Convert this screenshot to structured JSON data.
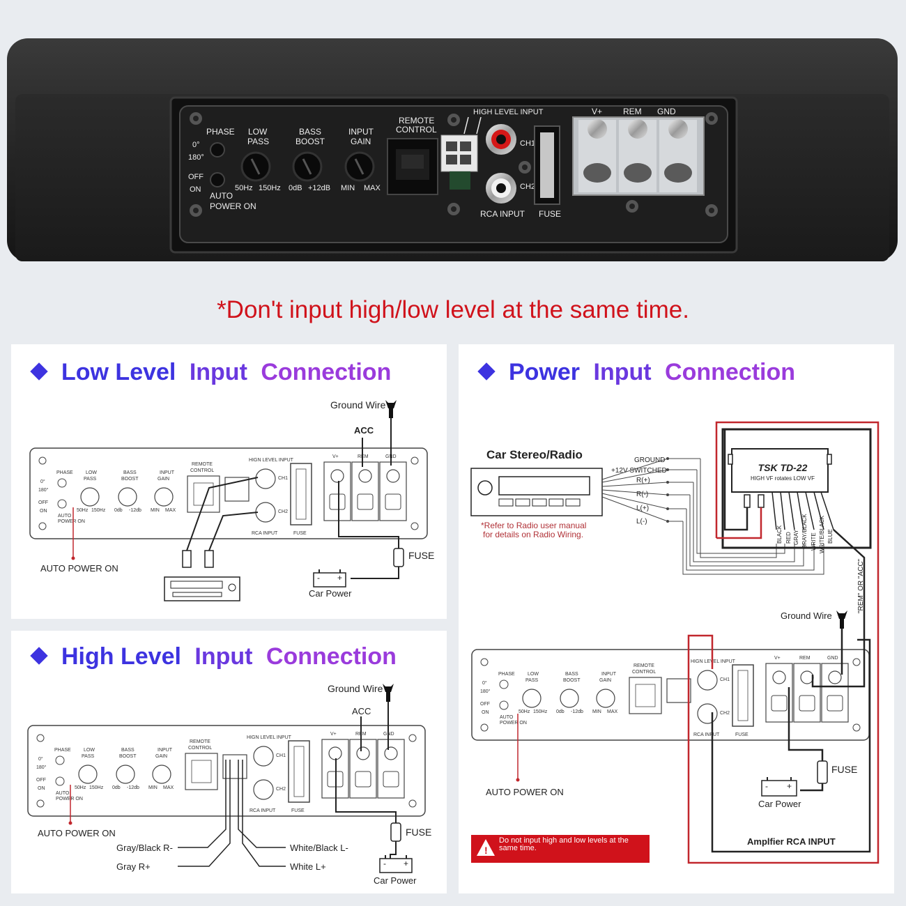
{
  "colors": {
    "page_bg": "#e9ecf0",
    "panel_bg": "#ffffff",
    "warning_red": "#d0121b",
    "title_blue": "#3d33e0",
    "title_purple": "#9a3bdc",
    "wire_red": "#c1272d",
    "device_dark": "#1d1d1d"
  },
  "device": {
    "phase": "PHASE",
    "deg0": "0°",
    "deg180": "180°",
    "off": "OFF",
    "on": "ON",
    "auto1": "AUTO",
    "auto2": "POWER ON",
    "low_pass1": "LOW",
    "low_pass2": "PASS",
    "lp_min": "50Hz",
    "lp_max": "150Hz",
    "bass1": "BASS",
    "bass2": "BOOST",
    "bass_min": "0dB",
    "bass_max": "+12dB",
    "gain1": "INPUT",
    "gain2": "GAIN",
    "gain_min": "MIN",
    "gain_max": "MAX",
    "remote1": "REMOTE",
    "remote2": "CONTROL",
    "high_level": "HIGH LEVEL INPUT",
    "ch1": "CH1",
    "ch2": "CH2",
    "rca_input": "RCA INPUT",
    "fuse": "FUSE",
    "vplus": "V+",
    "rem": "REM",
    "gnd": "GND"
  },
  "warning_headline": "*Don't input high/low level at the same time.",
  "low_panel": {
    "title_a": "Low Level",
    "title_b": "Input",
    "title_c": "Connection",
    "ground_wire": "Ground Wire",
    "acc": "ACC",
    "auto_power_on": "AUTO POWER ON",
    "fuse": "FUSE",
    "car_power": "Car Power",
    "amp": {
      "phase": "PHASE",
      "deg0": "0°",
      "deg180": "180°",
      "off": "OFF",
      "on": "ON",
      "auto1": "AUTO",
      "auto2": "POWER ON",
      "lp1": "LOW",
      "lp2": "PASS",
      "lp_min": "50Hz",
      "lp_max": "150Hz",
      "bb1": "BASS",
      "bb2": "BOOST",
      "bb_min": "0db",
      "bb_max": "-12db",
      "ig1": "INPUT",
      "ig2": "GAIN",
      "ig_min": "MIN",
      "ig_max": "MAX",
      "rc1": "REMOTE",
      "rc2": "CONTROL",
      "hl": "HIGN LEVEL INPUT",
      "ch1": "CH1",
      "ch2": "CH2",
      "rca": "RCA INPUT",
      "fuse": "FUSE",
      "v": "V+",
      "rem": "REM",
      "gnd": "GND"
    }
  },
  "high_panel": {
    "title_a": "High Level",
    "title_b": "Input",
    "title_c": "Connection",
    "ground_wire": "Ground Wire",
    "acc": "ACC",
    "auto_power_on": "AUTO POWER ON",
    "fuse": "FUSE",
    "car_power": "Car Power",
    "gray_black": "Gray/Black R-",
    "gray": "Gray R+",
    "white_black": "White/Black L-",
    "white": "White L+",
    "amp": {
      "phase": "PHASE",
      "deg0": "0°",
      "deg180": "180°",
      "off": "OFF",
      "on": "ON",
      "auto1": "AUTO",
      "auto2": "POWER ON",
      "lp1": "LOW",
      "lp2": "PASS",
      "lp_min": "50Hz",
      "lp_max": "150Hz",
      "bb1": "BASS",
      "bb2": "BOOST",
      "bb_min": "0db",
      "bb_max": "-12db",
      "ig1": "INPUT",
      "ig2": "GAIN",
      "ig_min": "MIN",
      "ig_max": "MAX",
      "rc1": "REMOTE",
      "rc2": "CONTROL",
      "hl": "HIGN LEVEL INPUT",
      "ch1": "CH1",
      "ch2": "CH2",
      "rca": "RCA INPUT",
      "fuse": "FUSE",
      "v": "V+",
      "rem": "REM",
      "gnd": "GND"
    }
  },
  "power_panel": {
    "title_a": "Power",
    "title_b": "Input",
    "title_c": "Connection",
    "car_stereo": "Car Stereo/Radio",
    "refer_note1": "*Refer to Radio user manual",
    "refer_note2": "for details on Radio Wiring.",
    "ground": "GROUND",
    "switched": "+12V SWITCHED",
    "r_plus": "R(+)",
    "r_minus": "R(-)",
    "l_plus": "L(+)",
    "l_minus": "L(-)",
    "tsk": "TSK TD-22",
    "tsk_sub": "HIGH VF rotates LOW VF",
    "wire_black": "BLACK",
    "wire_red": "RED",
    "wire_gray": "GRAY",
    "wire_grayblack": "GRAY/BLACK",
    "wire_white": "WRITE",
    "wire_whiteblack": "WRITE/BLACK",
    "wire_blue": "BLUE",
    "rem_or_acc": "\"REM\" OR \"ACC\"",
    "ground_wire": "Ground Wire",
    "auto_power_on": "AUTO POWER ON",
    "fuse": "FUSE",
    "car_power": "Car Power",
    "amp_rca": "Amplfier RCA INPUT",
    "warning": "Do not input high and low levels at the same time.",
    "amp": {
      "phase": "PHASE",
      "deg0": "0°",
      "deg180": "180°",
      "off": "OFF",
      "on": "ON",
      "auto1": "AUTO",
      "auto2": "POWER ON",
      "lp1": "LOW",
      "lp2": "PASS",
      "lp_min": "50Hz",
      "lp_max": "150Hz",
      "bb1": "BASS",
      "bb2": "BOOST",
      "bb_min": "0db",
      "bb_max": "-12db",
      "ig1": "INPUT",
      "ig2": "GAIN",
      "ig_min": "MIN",
      "ig_max": "MAX",
      "rc1": "REMOTE",
      "rc2": "CONTROL",
      "hl": "HIGN LEVEL INPUT",
      "ch1": "CH1",
      "ch2": "CH2",
      "rca": "RCA INPUT",
      "fuse": "FUSE",
      "v": "V+",
      "rem": "REM",
      "gnd": "GND"
    }
  }
}
